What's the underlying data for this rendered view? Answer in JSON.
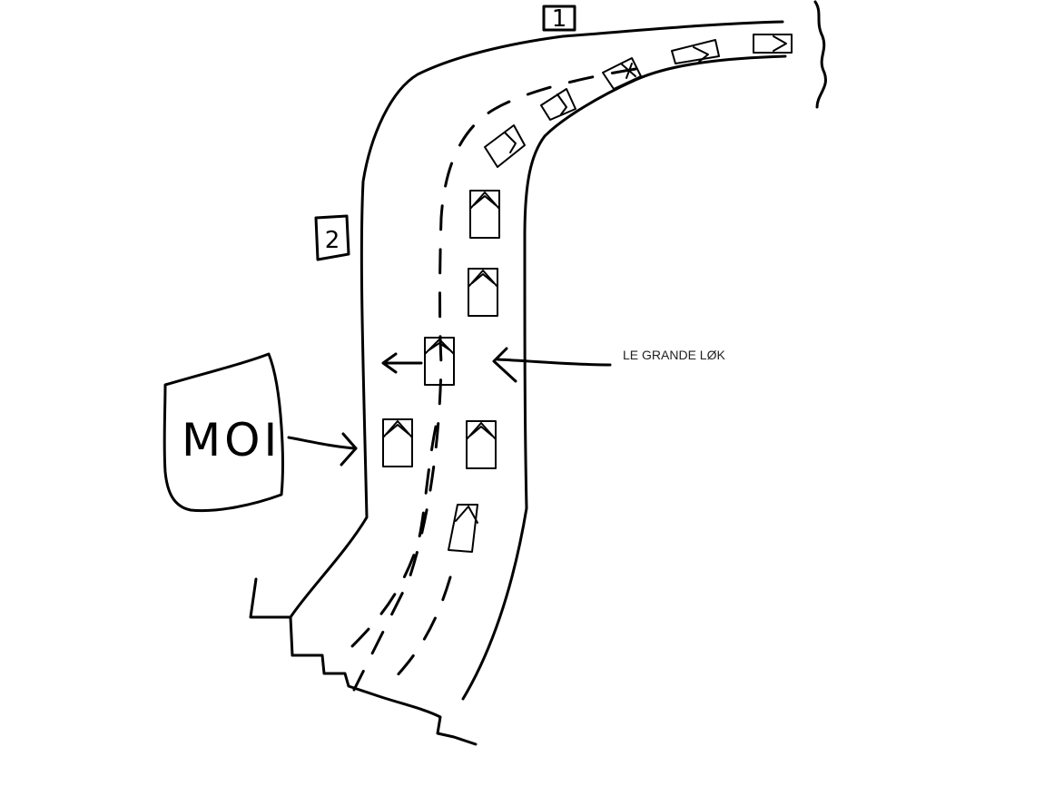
{
  "signs": {
    "sign_1": "1",
    "sign_2": "2"
  },
  "moi_label": "MOI",
  "annotation_label": "LE GRANDE LØK",
  "colors": {
    "ink": "#000000",
    "background": "#ffffff"
  }
}
